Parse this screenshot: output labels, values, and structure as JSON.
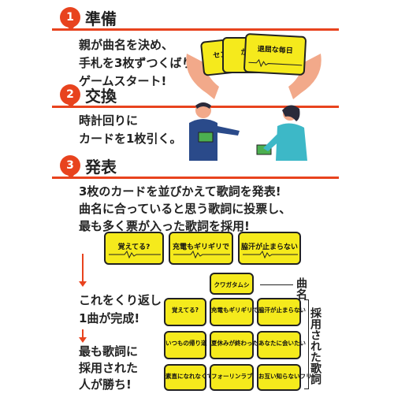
{
  "sections": [
    {
      "num": "1",
      "title": "準備"
    },
    {
      "num": "2",
      "title": "交換"
    },
    {
      "num": "3",
      "title": "発表"
    }
  ],
  "step1": {
    "lines": [
      "親が曲名を決め、",
      "手札を3枚ずつくばり、",
      "ゲームスタート!"
    ],
    "cards": [
      "センス",
      "か",
      "退屈な毎日"
    ]
  },
  "step2": {
    "lines": [
      "時計回りに",
      "カードを1枚引く。"
    ]
  },
  "step3": {
    "lines": [
      "3枚のカードを並びかえて歌詞を発表!",
      "曲名に合っていると思う歌詞に投票し、",
      "最も多く票が入った歌詞を採用!"
    ],
    "row_cards": [
      "覚えてる?",
      "充電もギリギリで",
      "脇汗が止まらない"
    ],
    "repeat_lines": [
      "これをくり返し",
      "1曲が完成!"
    ],
    "win_lines": [
      "最も歌詞に",
      "採用された",
      "人が勝ち!"
    ],
    "title_card": "クワガタムシ",
    "title_label": "曲名",
    "adopted_label": "採用された歌詞",
    "grid_cards": [
      [
        "覚えてる?",
        "充電もギリギリで",
        "脇汗が止まらない"
      ],
      [
        "いつもの帰り道",
        "夏休みが終わったら",
        "あなたに会いたい"
      ],
      [
        "素直になれなくて",
        "フォーリンラブ",
        "お互い知らないフリ"
      ]
    ]
  },
  "colors": {
    "accent": "#e8431e",
    "card": "#f5ea1c",
    "green": "#4caf50",
    "blue": "#2a4a8a"
  }
}
